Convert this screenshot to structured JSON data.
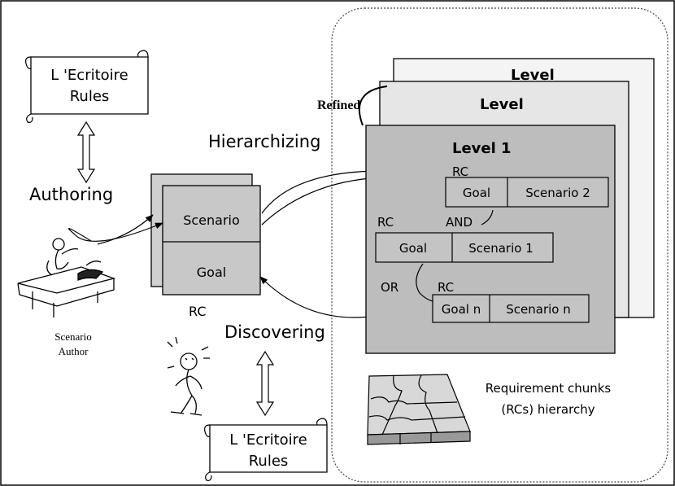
{
  "rules_top": {
    "line1": "L 'Ecritoire",
    "line2": "Rules"
  },
  "rules_bottom": {
    "line1": "L 'Ecritoire",
    "line2": "Rules"
  },
  "authoring_label": "Authoring",
  "hierarchizing_label": "Hierarchizing",
  "discovering_label": "Discovering",
  "rc_card": {
    "scenario": "Scenario",
    "goal": "Goal",
    "rc": "RC"
  },
  "author_caption": {
    "line1": "Scenario",
    "line2": "Author"
  },
  "refined_label": "Refined",
  "levels": {
    "back": "Level",
    "middle": "Level",
    "front": "Level 1"
  },
  "chunks": {
    "rc_top": "RC",
    "goal_top": "Goal",
    "scenario_top": "Scenario 2",
    "and_label": "AND",
    "rc_mid": "RC",
    "goal_mid": "Goal",
    "scenario_mid": "Scenario 1",
    "or_label": "OR",
    "rc_bottom": "RC",
    "goal_bottom": "Goal n",
    "scenario_bottom": "Scenario n"
  },
  "hierarchy_caption": {
    "line1": "Requirement chunks",
    "line2": "(RCs) hierarchy"
  }
}
